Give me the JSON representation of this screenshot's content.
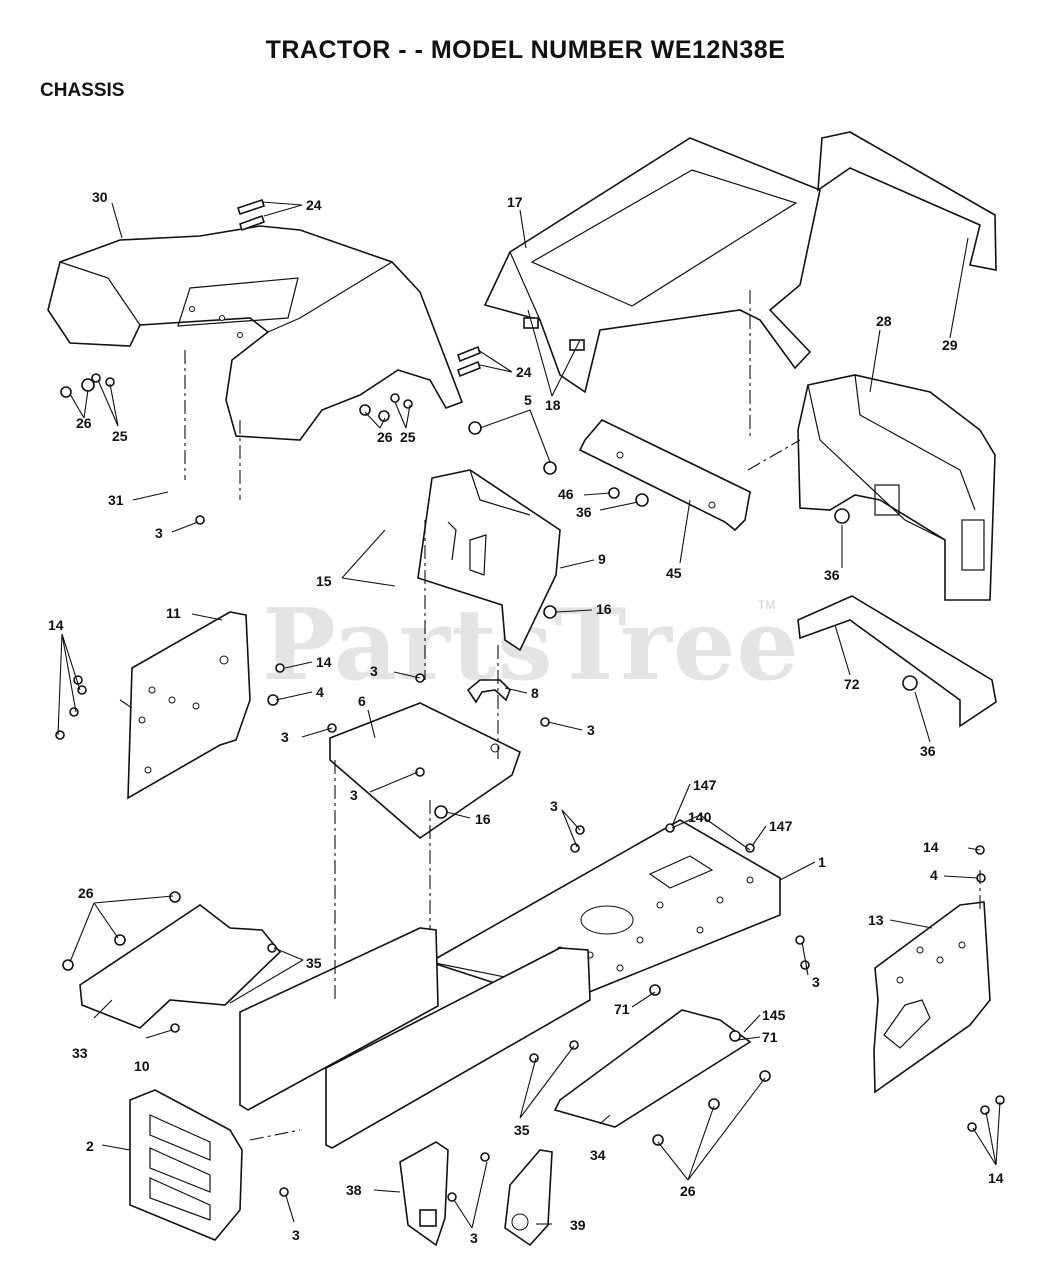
{
  "title": "TRACTOR - - MODEL NUMBER WE12N38E",
  "section": "CHASSIS",
  "watermark": "PartsTree",
  "watermark_tm": "TM",
  "callouts": {
    "c30": "30",
    "c24a": "24",
    "c24b": "24",
    "c17": "17",
    "c29": "29",
    "c28": "28",
    "c18": "18",
    "c25a": "25",
    "c26a": "26",
    "c25b": "25",
    "c26b": "26",
    "c5": "5",
    "c46": "46",
    "c36a": "36",
    "c45": "45",
    "c36b": "36",
    "c31": "31",
    "c3a": "3",
    "c15": "15",
    "c9": "9",
    "c16a": "16",
    "c11": "11",
    "c14a": "14",
    "c14b": "14",
    "c4a": "4",
    "c3b": "3",
    "c8": "8",
    "c6": "6",
    "c3c": "3",
    "c3d": "3",
    "c3e": "3",
    "c16b": "16",
    "c72": "72",
    "c36c": "36",
    "c147a": "147",
    "c140": "140",
    "c147b": "147",
    "c3f": "3",
    "c1": "1",
    "c14c": "14",
    "c4b": "4",
    "c13": "13",
    "c26c": "26",
    "c35a": "35",
    "c3g": "3",
    "c71a": "71",
    "c145": "145",
    "c71b": "71",
    "c33": "33",
    "c10": "10",
    "c2": "2",
    "c35b": "35",
    "c34": "34",
    "c26d": "26",
    "c14d": "14",
    "c38": "38",
    "c3h": "3",
    "c39": "39",
    "c3i": "3"
  }
}
